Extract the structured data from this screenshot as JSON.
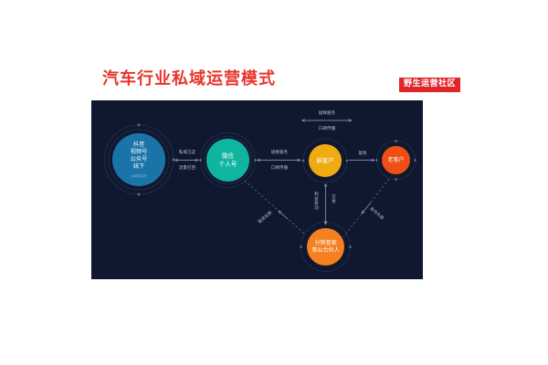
{
  "header": {
    "title": "汽车行业私域运营模式",
    "logo": "野生运营社区",
    "title_color": "#e8352b",
    "logo_bg": "#e0262b"
  },
  "panel": {
    "background": "#101830"
  },
  "nodes": {
    "source": {
      "lines": [
        "抖音",
        "视频号",
        "公众号",
        "线下"
      ],
      "sub": "公域流量池",
      "color": "#1b74a8"
    },
    "wechat": {
      "lines": [
        "微信",
        "个人号"
      ],
      "color": "#10b5a0"
    },
    "new_customer": {
      "lines": [
        "新客户"
      ],
      "color": "#f0ab12"
    },
    "old_customer": {
      "lines": [
        "老客户"
      ],
      "color": "#ef4e14"
    },
    "partner": {
      "lines": [
        "分销管家",
        "事业合伙人"
      ],
      "color": "#f4801f"
    }
  },
  "edges": {
    "source_to_wechat": {
      "top": "私域沉淀",
      "bottom": "流量召回"
    },
    "wechat_to_new": {
      "top": "极致服务",
      "bottom": "口碑传播"
    },
    "top_arc": {
      "top": "极致服务",
      "bottom": "口碑传播"
    },
    "new_to_old": {
      "label": "复购"
    },
    "new_to_partner": {
      "left": "利益驱动",
      "right": "交易"
    },
    "partner_to_wechat": {
      "label": "裂变拉新"
    },
    "old_to_partner": {
      "label": "身份升级"
    }
  }
}
